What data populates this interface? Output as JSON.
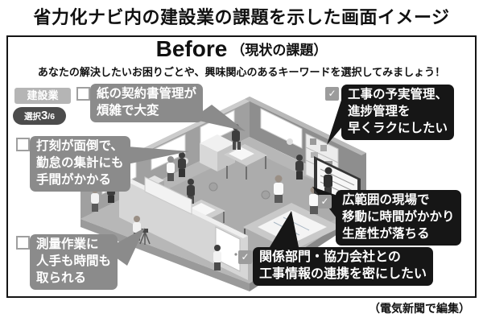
{
  "page": {
    "title": "省力化ナビ内の建設業の課題を示した画面イメージ",
    "credit": "（電気新聞で編集）"
  },
  "panel": {
    "heading": "Before",
    "heading_note": "（現状の課題）",
    "instruction": "あなたの解決したいお困りごとや、興味関心のあるキーワードを選択してみましょう！"
  },
  "badges": {
    "industry": "建設業",
    "selection_label": "選択",
    "selection_count": "3",
    "selection_total": "/6"
  },
  "icons": {
    "check": "✓"
  },
  "issues": [
    {
      "id": "paper-contract",
      "checked": false,
      "lines": [
        "紙の契約書管理が",
        "煩雑で大変"
      ]
    },
    {
      "id": "time-stamping",
      "checked": false,
      "lines": [
        "打刻が面倒で、",
        "勤怠の集計にも",
        "手間がかかる"
      ]
    },
    {
      "id": "surveying",
      "checked": false,
      "lines": [
        "測量作業に",
        "人手も時間も",
        "取られる"
      ]
    },
    {
      "id": "progress-management",
      "checked": true,
      "lines": [
        "工事の予実管理、",
        "進捗管理を",
        "早くラクにしたい"
      ]
    },
    {
      "id": "wide-site-travel",
      "checked": true,
      "lines": [
        "広範囲の現場で",
        "移動に時間がかかり",
        "生産性が落ちる"
      ]
    },
    {
      "id": "info-sharing",
      "checked": true,
      "lines": [
        "関係部門・協力会社との",
        "工事情報の連携を密にしたい"
      ]
    }
  ],
  "colors": {
    "bubble_gray": "#8b8b8b",
    "bubble_black": "#161616",
    "badge_gray": "#b5b5b5",
    "pill_dark": "#4c4c4c",
    "checkbox_checked_bg": "#9c9c9c",
    "frame_border": "#151515"
  }
}
